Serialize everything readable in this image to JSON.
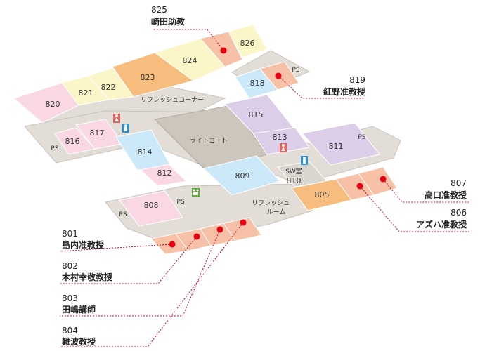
{
  "colors": {
    "pink": "#f9d8e4",
    "yellow": "#fbf6c8",
    "orange": "#f6bd7e",
    "salmon": "#f6c1a6",
    "blue": "#cbe9f8",
    "purple": "#dccde8",
    "gray": "#d9d5cf",
    "marker": "#e60012",
    "leader": "#d2001f"
  },
  "rooms": [
    {
      "id": "826",
      "label": "826",
      "color": "yellow"
    },
    {
      "id": "825",
      "label": "",
      "color": "salmon"
    },
    {
      "id": "824",
      "label": "824",
      "color": "yellow"
    },
    {
      "id": "823",
      "label": "823",
      "color": "orange"
    },
    {
      "id": "822",
      "label": "822",
      "color": "yellow"
    },
    {
      "id": "821",
      "label": "821",
      "color": "yellow"
    },
    {
      "id": "820",
      "label": "820",
      "color": "pink"
    },
    {
      "id": "818",
      "label": "818",
      "color": "blue"
    },
    {
      "id": "819",
      "label": "",
      "color": "salmon"
    },
    {
      "id": "817",
      "label": "817",
      "color": "pink"
    },
    {
      "id": "816",
      "label": "816",
      "color": "pink"
    },
    {
      "id": "815",
      "label": "815",
      "color": "purple"
    },
    {
      "id": "814",
      "label": "814",
      "color": "blue"
    },
    {
      "id": "813",
      "label": "813",
      "color": "purple"
    },
    {
      "id": "812",
      "label": "812",
      "color": "pink"
    },
    {
      "id": "811",
      "label": "811",
      "color": "purple"
    },
    {
      "id": "809",
      "label": "809",
      "color": "blue"
    },
    {
      "id": "810",
      "label": "810",
      "color": "gray"
    },
    {
      "id": "808",
      "label": "808",
      "color": "pink"
    },
    {
      "id": "805",
      "label": "805",
      "color": "orange"
    },
    {
      "id": "806",
      "label": "",
      "color": "salmon"
    },
    {
      "id": "807",
      "label": "",
      "color": "salmon"
    },
    {
      "id": "801",
      "label": "",
      "color": "salmon"
    },
    {
      "id": "802",
      "label": "",
      "color": "salmon"
    },
    {
      "id": "803",
      "label": "",
      "color": "salmon"
    },
    {
      "id": "804",
      "label": "",
      "color": "salmon"
    }
  ],
  "areas": [
    {
      "id": "refresh-corner",
      "label": "リフレッシュコーナー"
    },
    {
      "id": "light-court",
      "label": "ライトコート"
    },
    {
      "id": "sw-room",
      "label": "SW室"
    },
    {
      "id": "refresh-room-1",
      "label": "リフレッシュ"
    },
    {
      "id": "refresh-room-2",
      "label": "ルーム"
    }
  ],
  "ps_labels": [
    "PS",
    "PS",
    "PS",
    "PS",
    "PS"
  ],
  "toilets": [
    {
      "id": "wc-f-1",
      "kind": "female"
    },
    {
      "id": "wc-m-1",
      "kind": "male"
    },
    {
      "id": "wc-f-2",
      "kind": "female"
    },
    {
      "id": "wc-m-2",
      "kind": "male"
    },
    {
      "id": "wc-multi",
      "kind": "multipurpose"
    }
  ],
  "callouts": [
    {
      "id": "825",
      "number": "825",
      "name": "崎田助教"
    },
    {
      "id": "819",
      "number": "819",
      "name": "紅野准教授"
    },
    {
      "id": "807",
      "number": "807",
      "name": "高口准教授"
    },
    {
      "id": "806",
      "number": "806",
      "name": "アズハ准教授"
    },
    {
      "id": "801",
      "number": "801",
      "name": "島内准教授"
    },
    {
      "id": "802",
      "number": "802",
      "name": "木村幸敬教授"
    },
    {
      "id": "803",
      "number": "803",
      "name": "田嶋講師"
    },
    {
      "id": "804",
      "number": "804",
      "name": "難波教授"
    }
  ]
}
